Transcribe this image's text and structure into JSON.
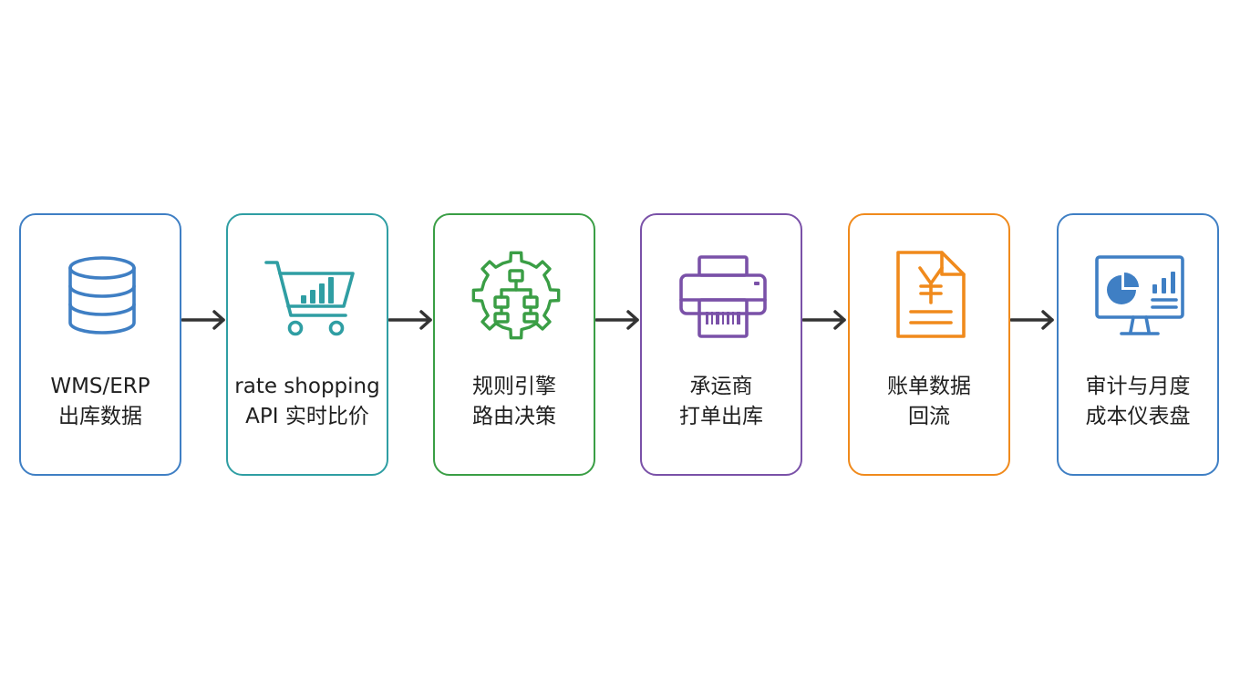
{
  "steps": [
    {
      "line1": "WMS/ERP",
      "line2": "出库数据",
      "icon": "database-icon",
      "color": "#3f7fc4"
    },
    {
      "line1": "rate shopping",
      "line2": "API 实时比价",
      "icon": "shopping-cart-chart-icon",
      "color": "#2f9ea3"
    },
    {
      "line1": "规则引擎",
      "line2": "路由决策",
      "icon": "gear-flowchart-icon",
      "color": "#3a9e45"
    },
    {
      "line1": "承运商",
      "line2": "打单出库",
      "icon": "label-printer-icon",
      "color": "#7a51a8"
    },
    {
      "line1": "账单数据",
      "line2": "回流",
      "icon": "invoice-yen-icon",
      "color": "#f08a1c"
    },
    {
      "line1": "审计与月度",
      "line2": "成本仪表盘",
      "icon": "monitor-dashboard-icon",
      "color": "#3f7fc4"
    }
  ],
  "arrow_color": "#333333"
}
